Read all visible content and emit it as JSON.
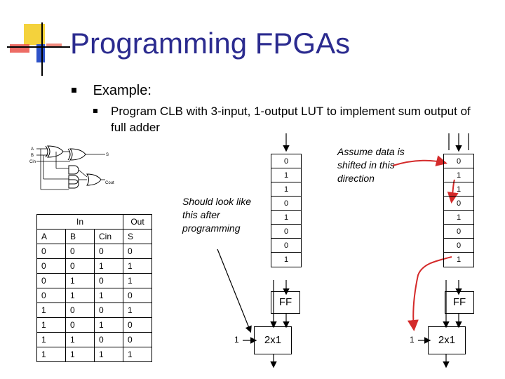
{
  "slide": {
    "title": "Programming FPGAs",
    "bullet1": "Example:",
    "bullet2": "Program CLB with 3-input, 1-output LUT to implement sum output of full adder"
  },
  "notes": {
    "should_look": "Should look like this after programming",
    "assume": "Assume data is shifted in this direction"
  },
  "truth_table": {
    "in_label": "In",
    "out_label": "Out",
    "headers": [
      "A",
      "B",
      "Cin",
      "S"
    ],
    "rows": [
      [
        "0",
        "0",
        "0",
        "0"
      ],
      [
        "0",
        "0",
        "1",
        "1"
      ],
      [
        "0",
        "1",
        "0",
        "1"
      ],
      [
        "0",
        "1",
        "1",
        "0"
      ],
      [
        "1",
        "0",
        "0",
        "1"
      ],
      [
        "1",
        "0",
        "1",
        "0"
      ],
      [
        "1",
        "1",
        "0",
        "0"
      ],
      [
        "1",
        "1",
        "1",
        "1"
      ]
    ]
  },
  "circuit": {
    "inputs": [
      "A",
      "B",
      "Cin"
    ],
    "outputs": [
      "S",
      "Cout"
    ]
  },
  "lut_left": {
    "values": [
      "0",
      "1",
      "1",
      "0",
      "1",
      "0",
      "0",
      "1"
    ],
    "ff_label": "FF",
    "mux_label": "2x1",
    "select_value": "1"
  },
  "lut_right": {
    "values": [
      "0",
      "1",
      "1",
      "0",
      "1",
      "0",
      "0",
      "1"
    ],
    "ff_label": "FF",
    "mux_label": "2x1",
    "select_value": "1"
  },
  "colors": {
    "title": "#2b2b8f",
    "arrow_red": "#d42a2a",
    "logo_yellow": "#f4d23c",
    "logo_red": "#e8473f",
    "logo_blue": "#2d52c8"
  }
}
